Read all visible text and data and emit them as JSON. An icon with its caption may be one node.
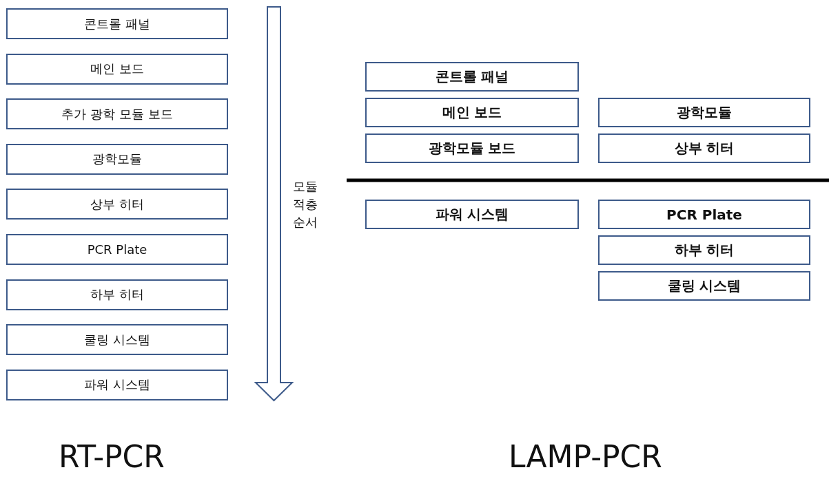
{
  "diagram": {
    "nodes": [
      {
        "text": [
          "콘트롤 패널"
        ]
      },
      {
        "text": [
          "메인 보드"
        ]
      },
      {
        "text": [
          "추가 광학 모듈 보드"
        ]
      },
      {
        "text": [
          "광학모듈"
        ]
      },
      {
        "text": [
          "상부 히터"
        ]
      },
      {
        "text": [
          "PCR Plate"
        ]
      },
      {
        "text": [
          "하부 히터"
        ]
      },
      {
        "text": [
          "쿨링 시스템"
        ]
      },
      {
        "text": [
          "파워 시스템"
        ]
      },
      {
        "text": [
          "콘트롤 패널"
        ]
      },
      {
        "text": [
          "메인 보드"
        ]
      },
      {
        "text": [
          "광학모듈"
        ]
      },
      {
        "text": [
          "광학모듈 보드"
        ]
      },
      {
        "text": [
          "상부 히터"
        ]
      },
      {
        "text": [
          "파워 시스템"
        ]
      },
      {
        "text": [
          "PCR Plate"
        ]
      },
      {
        "text": [
          "하부 히터"
        ]
      },
      {
        "text": [
          "쿨링 시스템"
        ]
      }
    ],
    "edges": [],
    "labels": [
      "모듈 적층 순서",
      "RT-PCR",
      "LAMP-PCR"
    ]
  }
}
